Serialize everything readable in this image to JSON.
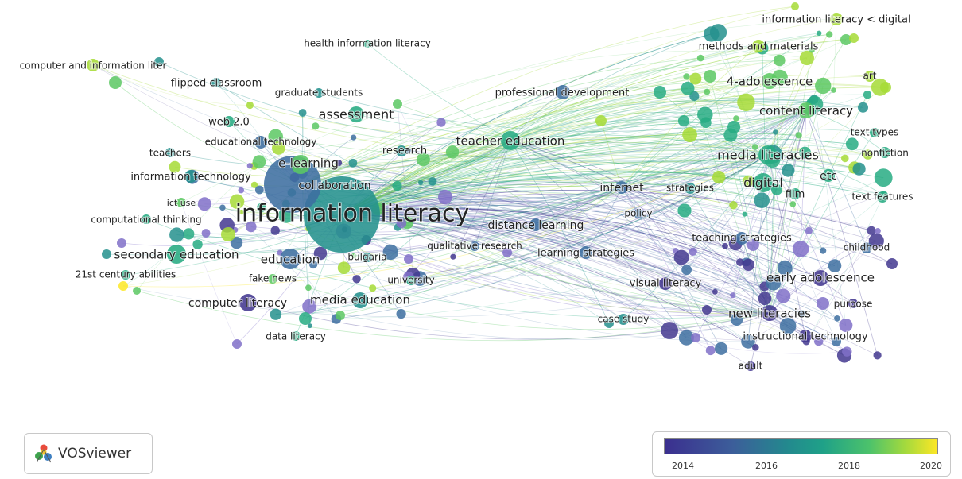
{
  "colors": {
    "c2014": "#43388f",
    "c2015": "#3d6ea0",
    "c2016": "#24918d",
    "c2017": "#27ab82",
    "c2018": "#5cc863",
    "c2019": "#a6db36",
    "c2020": "#fde725",
    "violet": "#8070c8"
  },
  "legend": {
    "app_name": "VOSviewer",
    "scale_ticks": [
      "2014",
      "2016",
      "2018",
      "2020"
    ]
  },
  "labels": {
    "information_literacy": "information literacy",
    "collaboration": "collaboration",
    "e_learning": "e-learning",
    "assessment": "assessment",
    "research": "research",
    "teacher_education": "teacher education",
    "professional_development": "professional development",
    "health_information_literacy": "health information literacy",
    "computer_and_information_liter": "computer and information liter",
    "flipped_classroom": "flipped classroom",
    "graduate_students": "graduate students",
    "web_2_0": "web 2.0",
    "educational_technology": "educational technology",
    "teachers": "teachers",
    "information_technology": "information technology",
    "ict_use": "ict use",
    "computational_thinking": "computational thinking",
    "secondary_education": "secondary education",
    "education": "education",
    "bulgaria": "bulgaria",
    "21st_century_abilities": "21st century abilities",
    "fake_news": "fake news",
    "university": "university",
    "computer_literacy": "computer literacy",
    "media_education": "media education",
    "data_literacy": "data literacy",
    "distance_learning": "distance learning",
    "qualitative_research": "qualitative research",
    "learning_strategies": "learning strategies",
    "internet": "internet",
    "strategies": "strategies",
    "policy": "policy",
    "digital": "digital",
    "film": "film",
    "etc": "etc",
    "media_literacies": "media literacies",
    "content_literacy": "content literacy",
    "text_types": "text types",
    "nonfiction": "nonfiction",
    "text_features": "text features",
    "4_adolescence": "4-adolescence",
    "art": "art",
    "methods_and_materials": "methods and materials",
    "information_literacy_digital": "information literacy < digital",
    "teaching_strategies": "teaching strategies",
    "childhood": "childhood",
    "early_adolescence": "early adolescence",
    "visual_literacy": "visual literacy",
    "new_literacies": "new literacies",
    "purpose": "purpose",
    "case_study": "case study",
    "instructional_technology": "instructional technology",
    "adult": "adult"
  }
}
